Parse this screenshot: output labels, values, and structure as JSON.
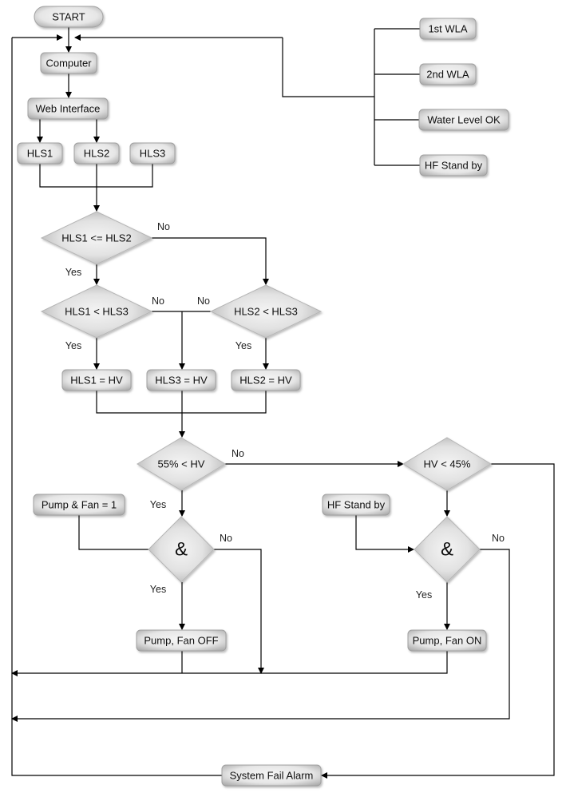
{
  "diagram": {
    "type": "flowchart",
    "nodes": [
      {
        "id": "start",
        "label": "START",
        "shape": "terminal"
      },
      {
        "id": "computer",
        "label": "Computer",
        "shape": "process"
      },
      {
        "id": "web",
        "label": "Web Interface",
        "shape": "process"
      },
      {
        "id": "hls1",
        "label": "HLS1",
        "shape": "process"
      },
      {
        "id": "hls2",
        "label": "HLS2",
        "shape": "process"
      },
      {
        "id": "hls3",
        "label": "HLS3",
        "shape": "process"
      },
      {
        "id": "wla1",
        "label": "1st WLA",
        "shape": "process"
      },
      {
        "id": "wla2",
        "label": "2nd WLA",
        "shape": "process"
      },
      {
        "id": "wlok",
        "label": "Water Level OK",
        "shape": "process"
      },
      {
        "id": "hfsb_top",
        "label": "HF Stand by",
        "shape": "process"
      },
      {
        "id": "d1",
        "label": "HLS1 <= HLS2",
        "shape": "decision"
      },
      {
        "id": "d2",
        "label": "HLS1 < HLS3",
        "shape": "decision"
      },
      {
        "id": "d3",
        "label": "HLS2 < HLS3",
        "shape": "decision"
      },
      {
        "id": "hv1",
        "label": "HLS1 = HV",
        "shape": "process"
      },
      {
        "id": "hv3",
        "label": "HLS3 = HV",
        "shape": "process"
      },
      {
        "id": "hv2",
        "label": "HLS2 = HV",
        "shape": "process"
      },
      {
        "id": "d4",
        "label": "55% < HV",
        "shape": "decision"
      },
      {
        "id": "d5",
        "label": "HV < 45%",
        "shape": "decision"
      },
      {
        "id": "pf1",
        "label": "Pump & Fan = 1",
        "shape": "process"
      },
      {
        "id": "and1",
        "label": "&",
        "shape": "decision"
      },
      {
        "id": "hfsb",
        "label": "HF Stand by",
        "shape": "process"
      },
      {
        "id": "and2",
        "label": "&",
        "shape": "decision"
      },
      {
        "id": "off",
        "label": "Pump, Fan OFF",
        "shape": "process"
      },
      {
        "id": "on",
        "label": "Pump, Fan ON",
        "shape": "process"
      },
      {
        "id": "alarm",
        "label": "System Fail Alarm",
        "shape": "process"
      }
    ],
    "edge_labels": [
      {
        "id": "d1-no",
        "text": "No"
      },
      {
        "id": "d1-yes",
        "text": "Yes"
      },
      {
        "id": "d2-no",
        "text": "No"
      },
      {
        "id": "d3-no",
        "text": "No"
      },
      {
        "id": "d2-yes",
        "text": "Yes"
      },
      {
        "id": "d3-yes",
        "text": "Yes"
      },
      {
        "id": "d4-no",
        "text": "No"
      },
      {
        "id": "d4-yes",
        "text": "Yes"
      },
      {
        "id": "and1-no",
        "text": "No"
      },
      {
        "id": "and1-yes",
        "text": "Yes"
      },
      {
        "id": "and2-no",
        "text": "No"
      },
      {
        "id": "and2-yes",
        "text": "Yes"
      }
    ],
    "colors": {
      "line": "#000000",
      "node_fill_light": "#f4f4f4",
      "node_fill_dark": "#b8b8b8",
      "node_border": "#9a9a9a",
      "background": "#ffffff"
    }
  }
}
